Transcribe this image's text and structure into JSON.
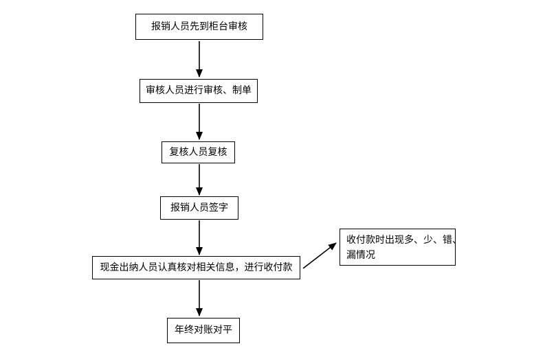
{
  "page": {
    "background_color": "#ffffff"
  },
  "flowchart": {
    "type": "flowchart",
    "direction": "top-down",
    "colors": {
      "node_border": "#000000",
      "node_fill": "#ffffff",
      "text": "#000000",
      "arrow": "#000000"
    },
    "nodes": [
      {
        "id": "step-1",
        "label": "报销人员先到柜台审核"
      },
      {
        "id": "step-2",
        "label": "审核人员进行审核、制单"
      },
      {
        "id": "step-3",
        "label": "复核人员复核"
      },
      {
        "id": "step-4",
        "label": "报销人员签字"
      },
      {
        "id": "step-5",
        "label": "现金出纳人员认真核对相关信息，进行收付款"
      },
      {
        "id": "exception",
        "label": "收付款时出现多、少、错、漏情况",
        "lines": [
          "收付款时出现多、少、错、",
          "漏情况"
        ]
      },
      {
        "id": "step-6",
        "label": "年终对账对平"
      }
    ],
    "edges": [
      {
        "from": "step-1",
        "to": "step-2",
        "style": "straight-down"
      },
      {
        "from": "step-2",
        "to": "step-3",
        "style": "straight-down"
      },
      {
        "from": "step-3",
        "to": "step-4",
        "style": "straight-down"
      },
      {
        "from": "step-4",
        "to": "step-5",
        "style": "straight-down"
      },
      {
        "from": "step-5",
        "to": "step-6",
        "style": "straight-down"
      },
      {
        "from": "step-5",
        "to": "exception",
        "style": "diagonal-up-right"
      }
    ]
  }
}
